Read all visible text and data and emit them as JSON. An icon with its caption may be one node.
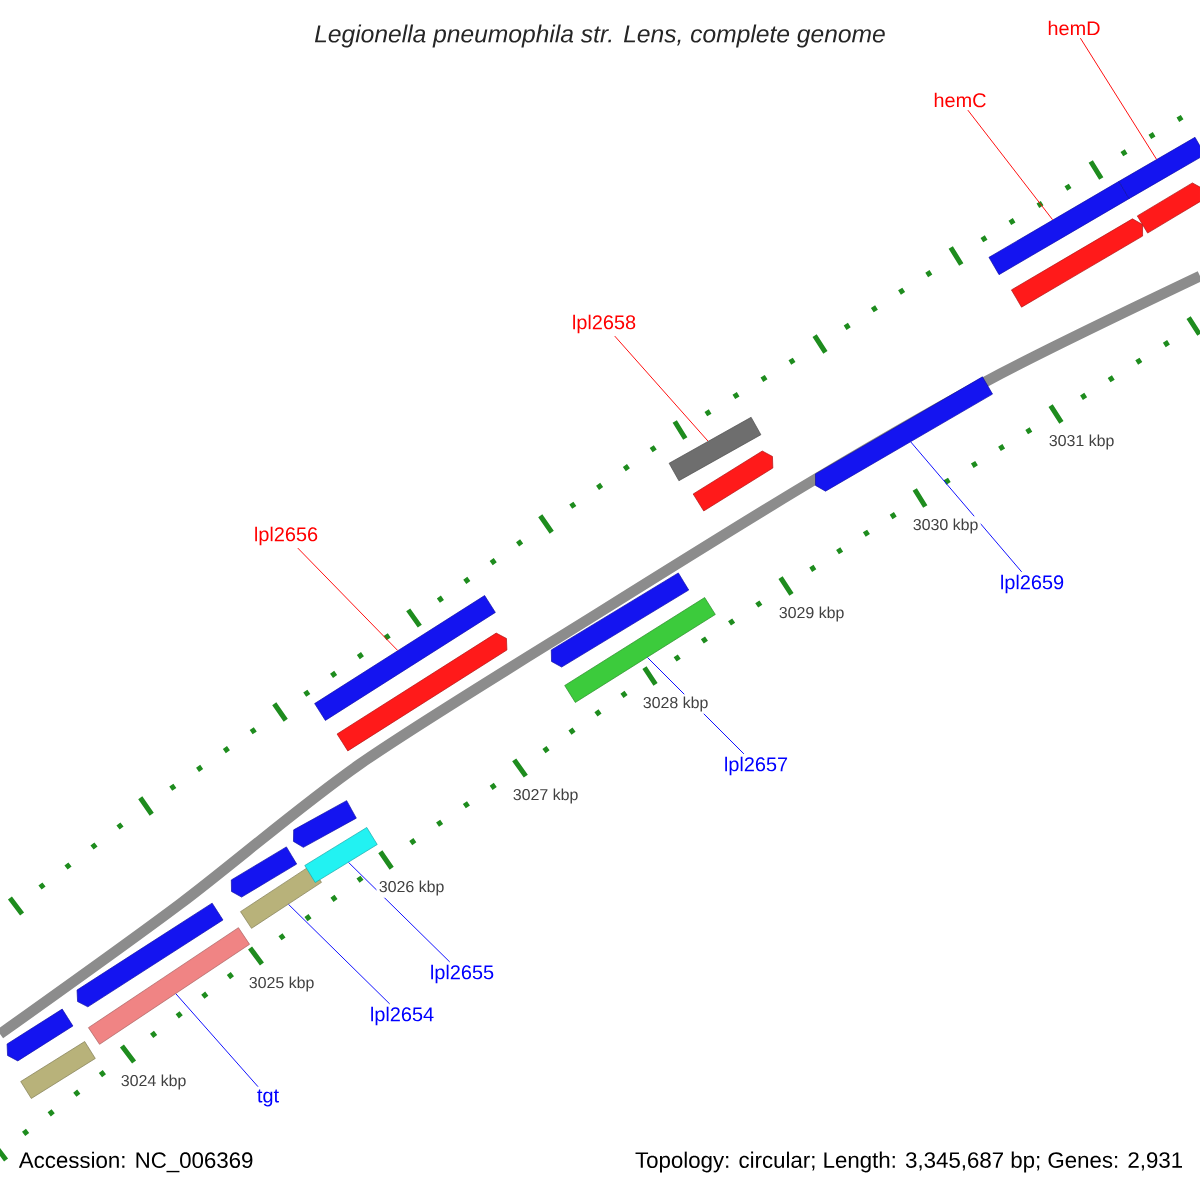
{
  "diagram": {
    "title": "Legionella pneumophila str. Lens, complete genome",
    "nodes": [
      {
        "text": [
          "hemD"
        ]
      },
      {
        "text": [
          "hemC"
        ]
      },
      {
        "text": [
          "lpl2658"
        ]
      },
      {
        "text": [
          "lpl2656"
        ]
      },
      {
        "text": [
          "lpl2659"
        ]
      },
      {
        "text": [
          "lpl2657"
        ]
      },
      {
        "text": [
          "lpl2655"
        ]
      },
      {
        "text": [
          "lpl2654"
        ]
      },
      {
        "text": [
          "tgt"
        ]
      },
      {
        "text": [],
        "shape": "bar"
      },
      {
        "text": [],
        "shape": "bar"
      },
      {
        "text": [],
        "shape": "bar"
      },
      {
        "text": [],
        "shape": "bar"
      },
      {
        "text": [],
        "shape": "bar"
      },
      {
        "text": [],
        "shape": "bar"
      },
      {
        "text": [],
        "shape": "bar"
      },
      {
        "text": [],
        "shape": "bar"
      },
      {
        "text": [],
        "shape": "bar"
      },
      {
        "text": [],
        "shape": "bar"
      },
      {
        "text": [],
        "shape": "bar"
      },
      {
        "text": [],
        "shape": "bar"
      },
      {
        "text": [],
        "shape": "bar"
      },
      {
        "text": [],
        "shape": "bar"
      },
      {
        "text": [],
        "shape": "bar"
      },
      {
        "text": [],
        "shape": "bar"
      },
      {
        "text": [],
        "shape": "bar"
      },
      {
        "text": [],
        "shape": "bar"
      },
      {
        "text": [],
        "shape": "bar"
      }
    ],
    "edges": [
      {
        "from": 0,
        "to": 26,
        "arrow": "none",
        "color": "#ff0000"
      },
      {
        "from": 1,
        "to": 24,
        "arrow": "none",
        "color": "#ff0000"
      },
      {
        "from": 2,
        "to": 21,
        "arrow": "none",
        "color": "#ff0000"
      },
      {
        "from": 3,
        "to": 17,
        "arrow": "none",
        "color": "#ff0000"
      },
      {
        "from": 4,
        "to": 23,
        "arrow": "none"
      },
      {
        "from": 5,
        "to": 20,
        "arrow": "none"
      },
      {
        "from": 6,
        "to": 16,
        "arrow": "none"
      },
      {
        "from": 7,
        "to": 14,
        "arrow": "none"
      },
      {
        "from": 8,
        "to": 12,
        "arrow": "none"
      }
    ],
    "labels": [
      "3031 kbp",
      "3030 kbp",
      "3029 kbp",
      "3028 kbp",
      "3027 kbp",
      "3026 kbp",
      "3025 kbp",
      "3024 kbp",
      "Accession: NC_006369",
      "Topology: circular; Length: 3,345,687 bp; Genes: 2,931"
    ]
  }
}
